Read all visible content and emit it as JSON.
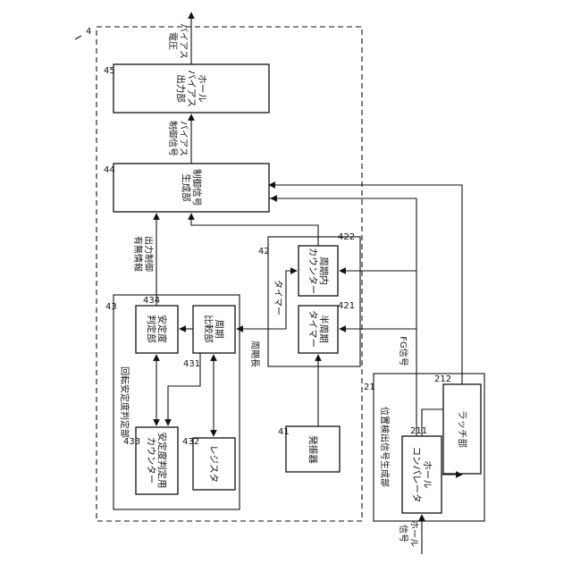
{
  "refs": {
    "device": "4",
    "hall_bias_output": "45",
    "control_signal_gen": "44",
    "timer": "42",
    "oscillator": "41",
    "rotation_judge": "43",
    "stability_judge": "434",
    "period_comparator": "431",
    "stability_counter": "433",
    "register": "432",
    "half_period_timer": "421",
    "in_period_counter": "422",
    "position_signal_gen": "21",
    "hall_comparator": "211",
    "latch": "212"
  },
  "blocks": {
    "hall_bias_output": [
      "ホール",
      "バイアス",
      "出力部"
    ],
    "control_signal_gen": [
      "制御信号",
      "生成部"
    ],
    "stability_judge": [
      "安定度",
      "判定部"
    ],
    "period_comparator": [
      "周期",
      "比較部"
    ],
    "stability_counter": [
      "安定度判定用",
      "カウンター"
    ],
    "register": [
      "レジスタ"
    ],
    "half_period_timer": [
      "半周期",
      "タイマー"
    ],
    "in_period_counter": [
      "周期内",
      "カウンター"
    ],
    "oscillator": [
      "発振器"
    ],
    "hall_comparator": [
      "ホール",
      "コンパレータ"
    ],
    "latch": [
      "ラッチ部"
    ]
  },
  "groups": {
    "timer": "タイマー",
    "rotation_judge": "回転安定度判定部",
    "position_signal_gen": "位置検出信号生成部"
  },
  "signals": {
    "bias_voltage": [
      "バイアス",
      "電圧"
    ],
    "bias_control": [
      "バイアス",
      "制御信号"
    ],
    "output_control_info": [
      "出力制御",
      "有無情報"
    ],
    "period_length": "周期長",
    "fg_signal": "FG信号",
    "hall_signal": [
      "ホール",
      "信号"
    ]
  }
}
